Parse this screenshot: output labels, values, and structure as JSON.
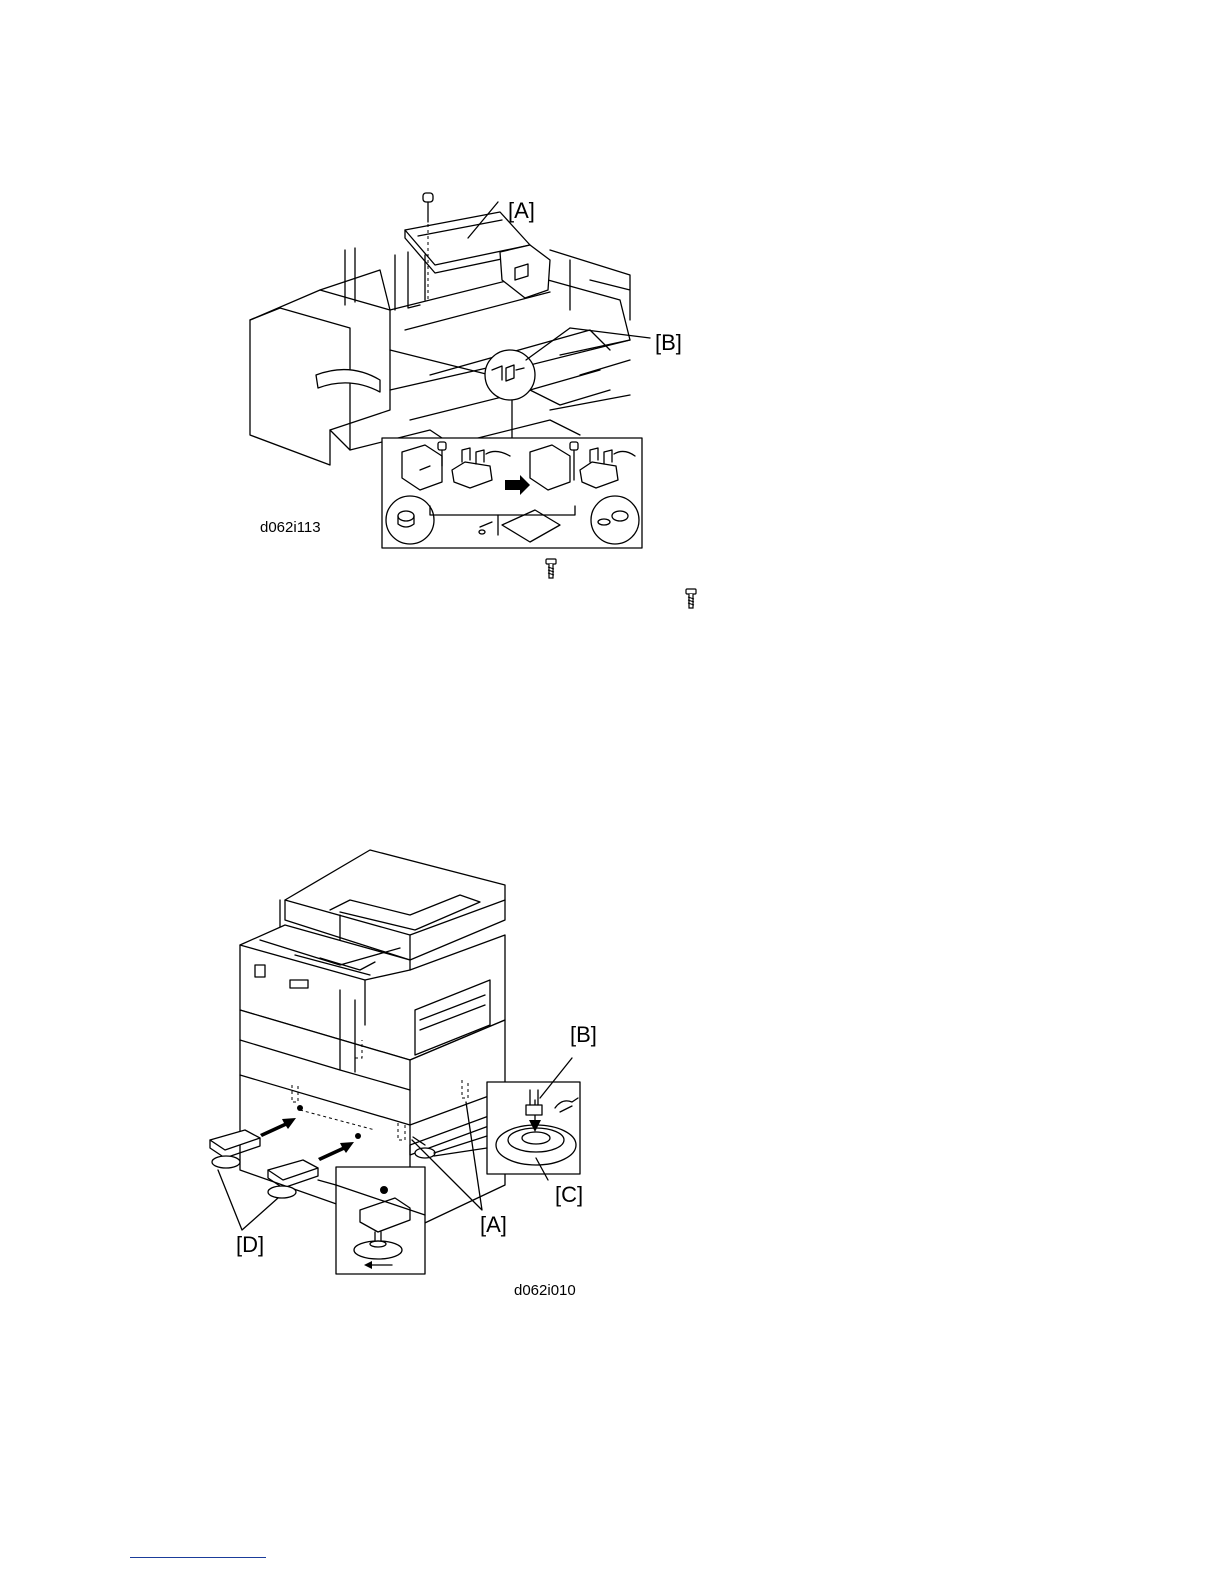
{
  "figure_top": {
    "callouts": {
      "a": "[A]",
      "b": "[B]"
    },
    "code": "d062i113"
  },
  "figure_bottom": {
    "callouts": {
      "a": "[A]",
      "b": "[B]",
      "c": "[C]",
      "d": "[D]"
    },
    "code": "d062i010"
  },
  "icons": [
    "screw-icon",
    "screw-icon"
  ]
}
